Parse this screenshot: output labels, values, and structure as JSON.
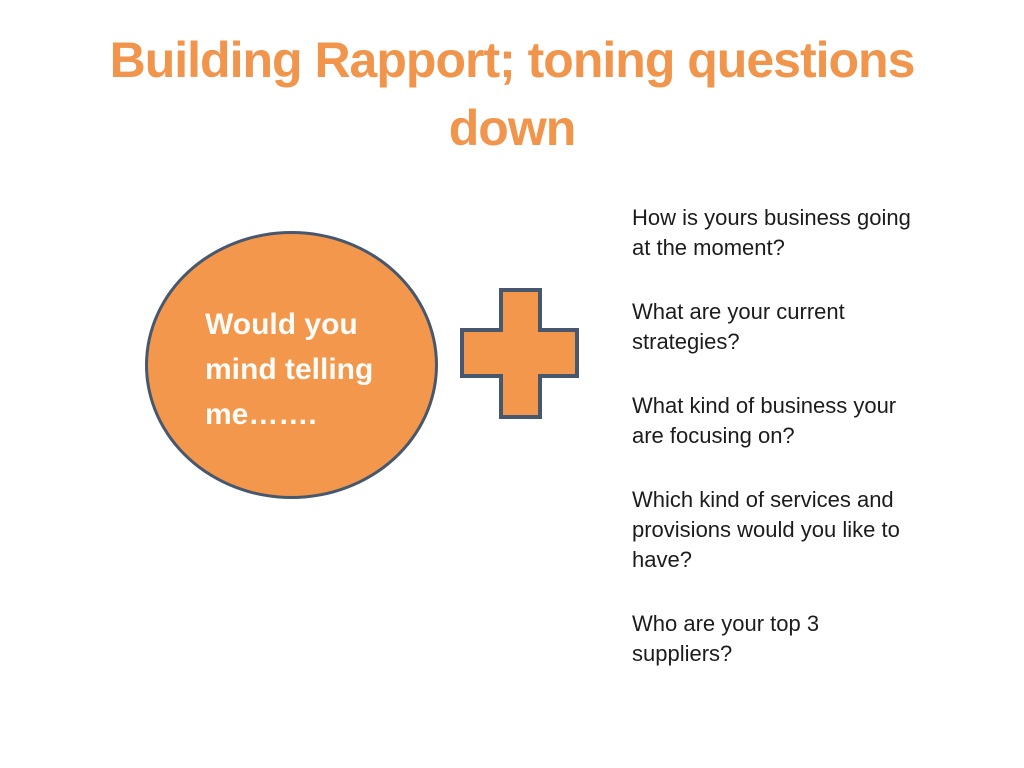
{
  "slide": {
    "title": "Building Rapport; toning questions\ndown",
    "speech_bubble": {
      "text": "Would you\nmind telling\nme……."
    },
    "plus_icon": "plus-shape",
    "questions": [
      "How is yours business going\nat the moment?",
      "What are your current\nstrategies?",
      "What kind of business your\nare focusing on?",
      "Which kind of services and\nprovisions would you like to\nhave?",
      "Who are your top 3\nsuppliers?"
    ]
  },
  "colors": {
    "accent_orange": "#F2974B",
    "shape_border": "#47576E",
    "title_orange": "#F0954B",
    "body_text": "#1C1C1C",
    "bubble_text": "#FDFCF8",
    "background": "#FFFFFF"
  }
}
